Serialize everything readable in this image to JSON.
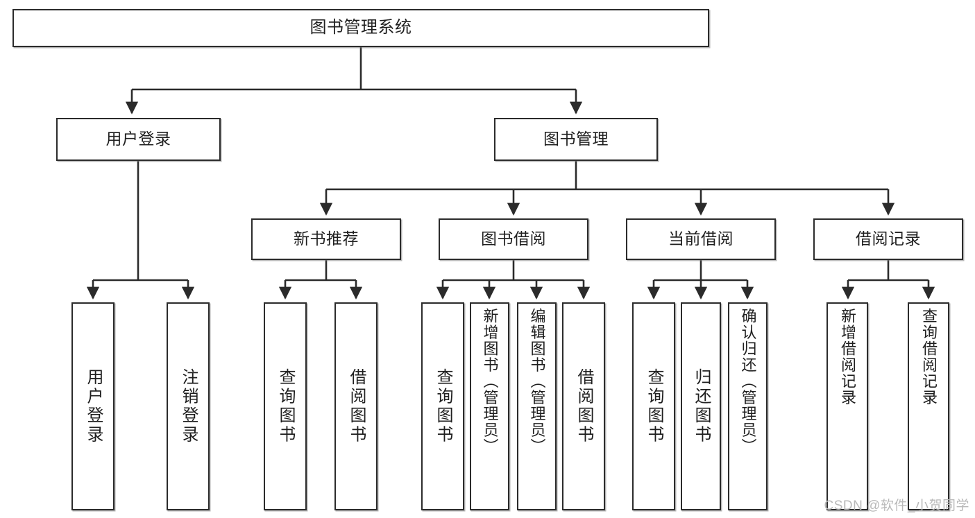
{
  "diagram": {
    "title": "图书管理系统",
    "type": "tree-hierarchy-chart",
    "watermark": "CSDN @软件_小贺同学",
    "colors": {
      "box_border": "#2b2b2b",
      "box_fill": "#ffffff",
      "connector": "#2b2b2b",
      "text": "#1f1f1f",
      "watermark": "#b9b9b9"
    },
    "root": {
      "label": "图书管理系统"
    },
    "level2": [
      {
        "label": "用户登录"
      },
      {
        "label": "图书管理"
      }
    ],
    "level3": [
      {
        "label": "新书推荐"
      },
      {
        "label": "图书借阅"
      },
      {
        "label": "当前借阅"
      },
      {
        "label": "借阅记录"
      }
    ],
    "leaves": {
      "user_login": [
        {
          "label": "用户登录"
        },
        {
          "label": "注销登录"
        }
      ],
      "new_book_recommend": [
        {
          "label": "查询图书"
        },
        {
          "label": "借阅图书"
        }
      ],
      "book_borrow": [
        {
          "label": "查询图书"
        },
        {
          "label": "新增图书（管理员）"
        },
        {
          "label": "编辑图书（管理员）"
        },
        {
          "label": "借阅图书"
        }
      ],
      "current_borrow": [
        {
          "label": "查询图书"
        },
        {
          "label": "归还图书"
        },
        {
          "label": "确认归还（管理员）"
        }
      ],
      "borrow_record": [
        {
          "label": "新增借阅记录"
        },
        {
          "label": "查询借阅记录"
        }
      ]
    }
  }
}
